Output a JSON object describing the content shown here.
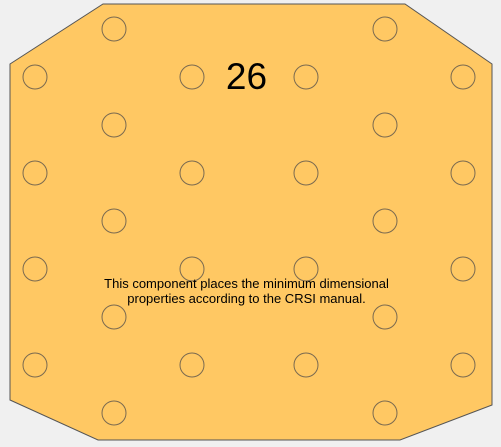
{
  "component": {
    "bar_size": "26",
    "description_lines": [
      "This component places the minimum dimensional",
      "properties according to the CRSI manual."
    ]
  },
  "colors": {
    "plate_fill": "#ffc863",
    "plate_stroke": "#555555",
    "bar_circle_stroke": "#7a6a50",
    "background": "#f0f0f0"
  }
}
